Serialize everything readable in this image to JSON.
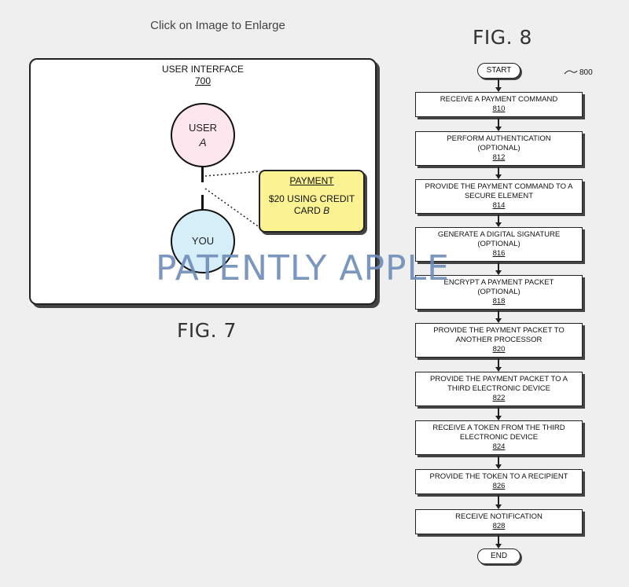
{
  "header": {
    "hint": "Click on Image to Enlarge"
  },
  "fig7": {
    "caption": "FIG. 7",
    "ui_title": "USER INTERFACE",
    "ui_ref": "700",
    "user_label": "USER",
    "user_sub": "A",
    "you_label": "YOU",
    "payment_title": "PAYMENT",
    "payment_line1": "$20 USING CREDIT",
    "payment_line2": "CARD ",
    "payment_card": "B"
  },
  "watermark": "PATENTLY APPLE",
  "fig8": {
    "caption": "FIG. 8",
    "ref": "800",
    "start": "START",
    "end": "END",
    "steps": [
      {
        "text": "RECEIVE A PAYMENT COMMAND",
        "ref": "810"
      },
      {
        "text": "PERFORM AUTHENTICATION\n(OPTIONAL)",
        "ref": "812"
      },
      {
        "text": "PROVIDE THE PAYMENT COMMAND TO A\nSECURE ELEMENT",
        "ref": "814"
      },
      {
        "text": "GENERATE A DIGITAL SIGNATURE\n(OPTIONAL)",
        "ref": "816"
      },
      {
        "text": "ENCRYPT A PAYMENT PACKET\n(OPTIONAL)",
        "ref": "818"
      },
      {
        "text": "PROVIDE THE PAYMENT PACKET TO\nANOTHER PROCESSOR",
        "ref": "820"
      },
      {
        "text": "PROVIDE THE PAYMENT PACKET TO A\nTHIRD ELECTRONIC DEVICE",
        "ref": "822"
      },
      {
        "text": "RECEIVE A TOKEN FROM THE THIRD\nELECTRONIC DEVICE",
        "ref": "824"
      },
      {
        "text": "PROVIDE THE TOKEN TO A RECIPIENT",
        "ref": "826"
      },
      {
        "text": "RECEIVE NOTIFICATION",
        "ref": "828"
      }
    ]
  }
}
